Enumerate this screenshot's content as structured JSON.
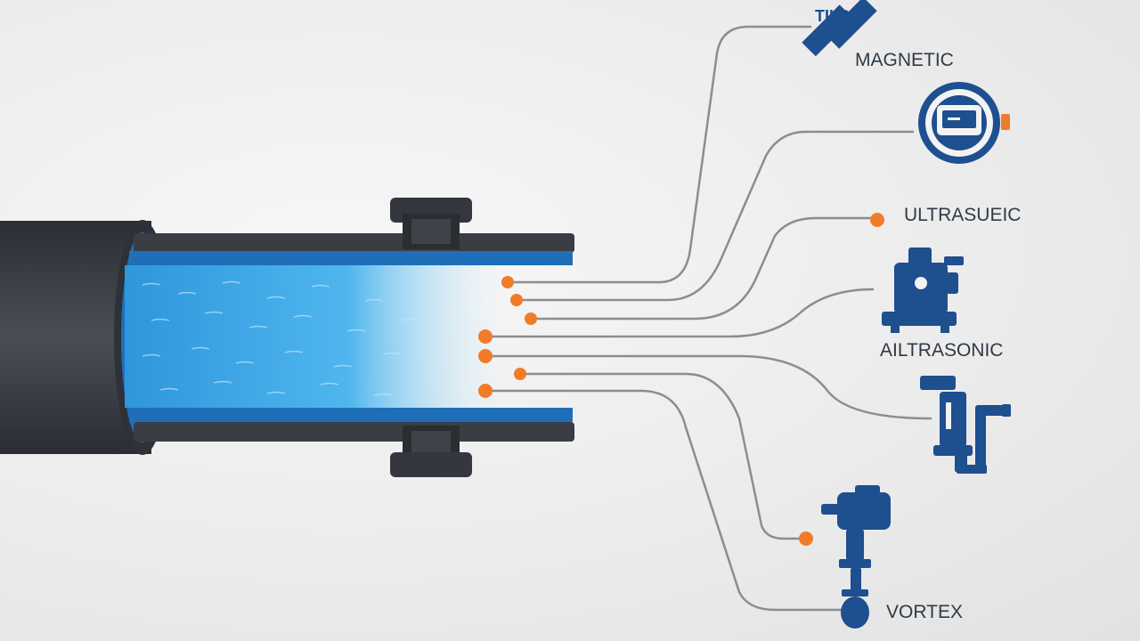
{
  "labels": {
    "magnetic": "MAGNETIC",
    "ultrasonic_top": "ULTRASUEIC",
    "ultrasonic_mid": "AILTRASONIC",
    "vortex": "VORTEX",
    "magnetic_icon_text": "TIIIC"
  },
  "colors": {
    "pipe_dark": "#3a3d44",
    "pipe_blue": "#1f6fb8",
    "water": "#3ea8e6",
    "icon_navy": "#1e4f8f",
    "accent_orange": "#f07c2a",
    "line_gray": "#8a8d92"
  },
  "icons": [
    "magnetic-flowmeter-icon",
    "clamp-on-meter-icon",
    "ultrasonic-meter-icon",
    "transmitter-meter-icon",
    "vortex-meter-icon"
  ]
}
